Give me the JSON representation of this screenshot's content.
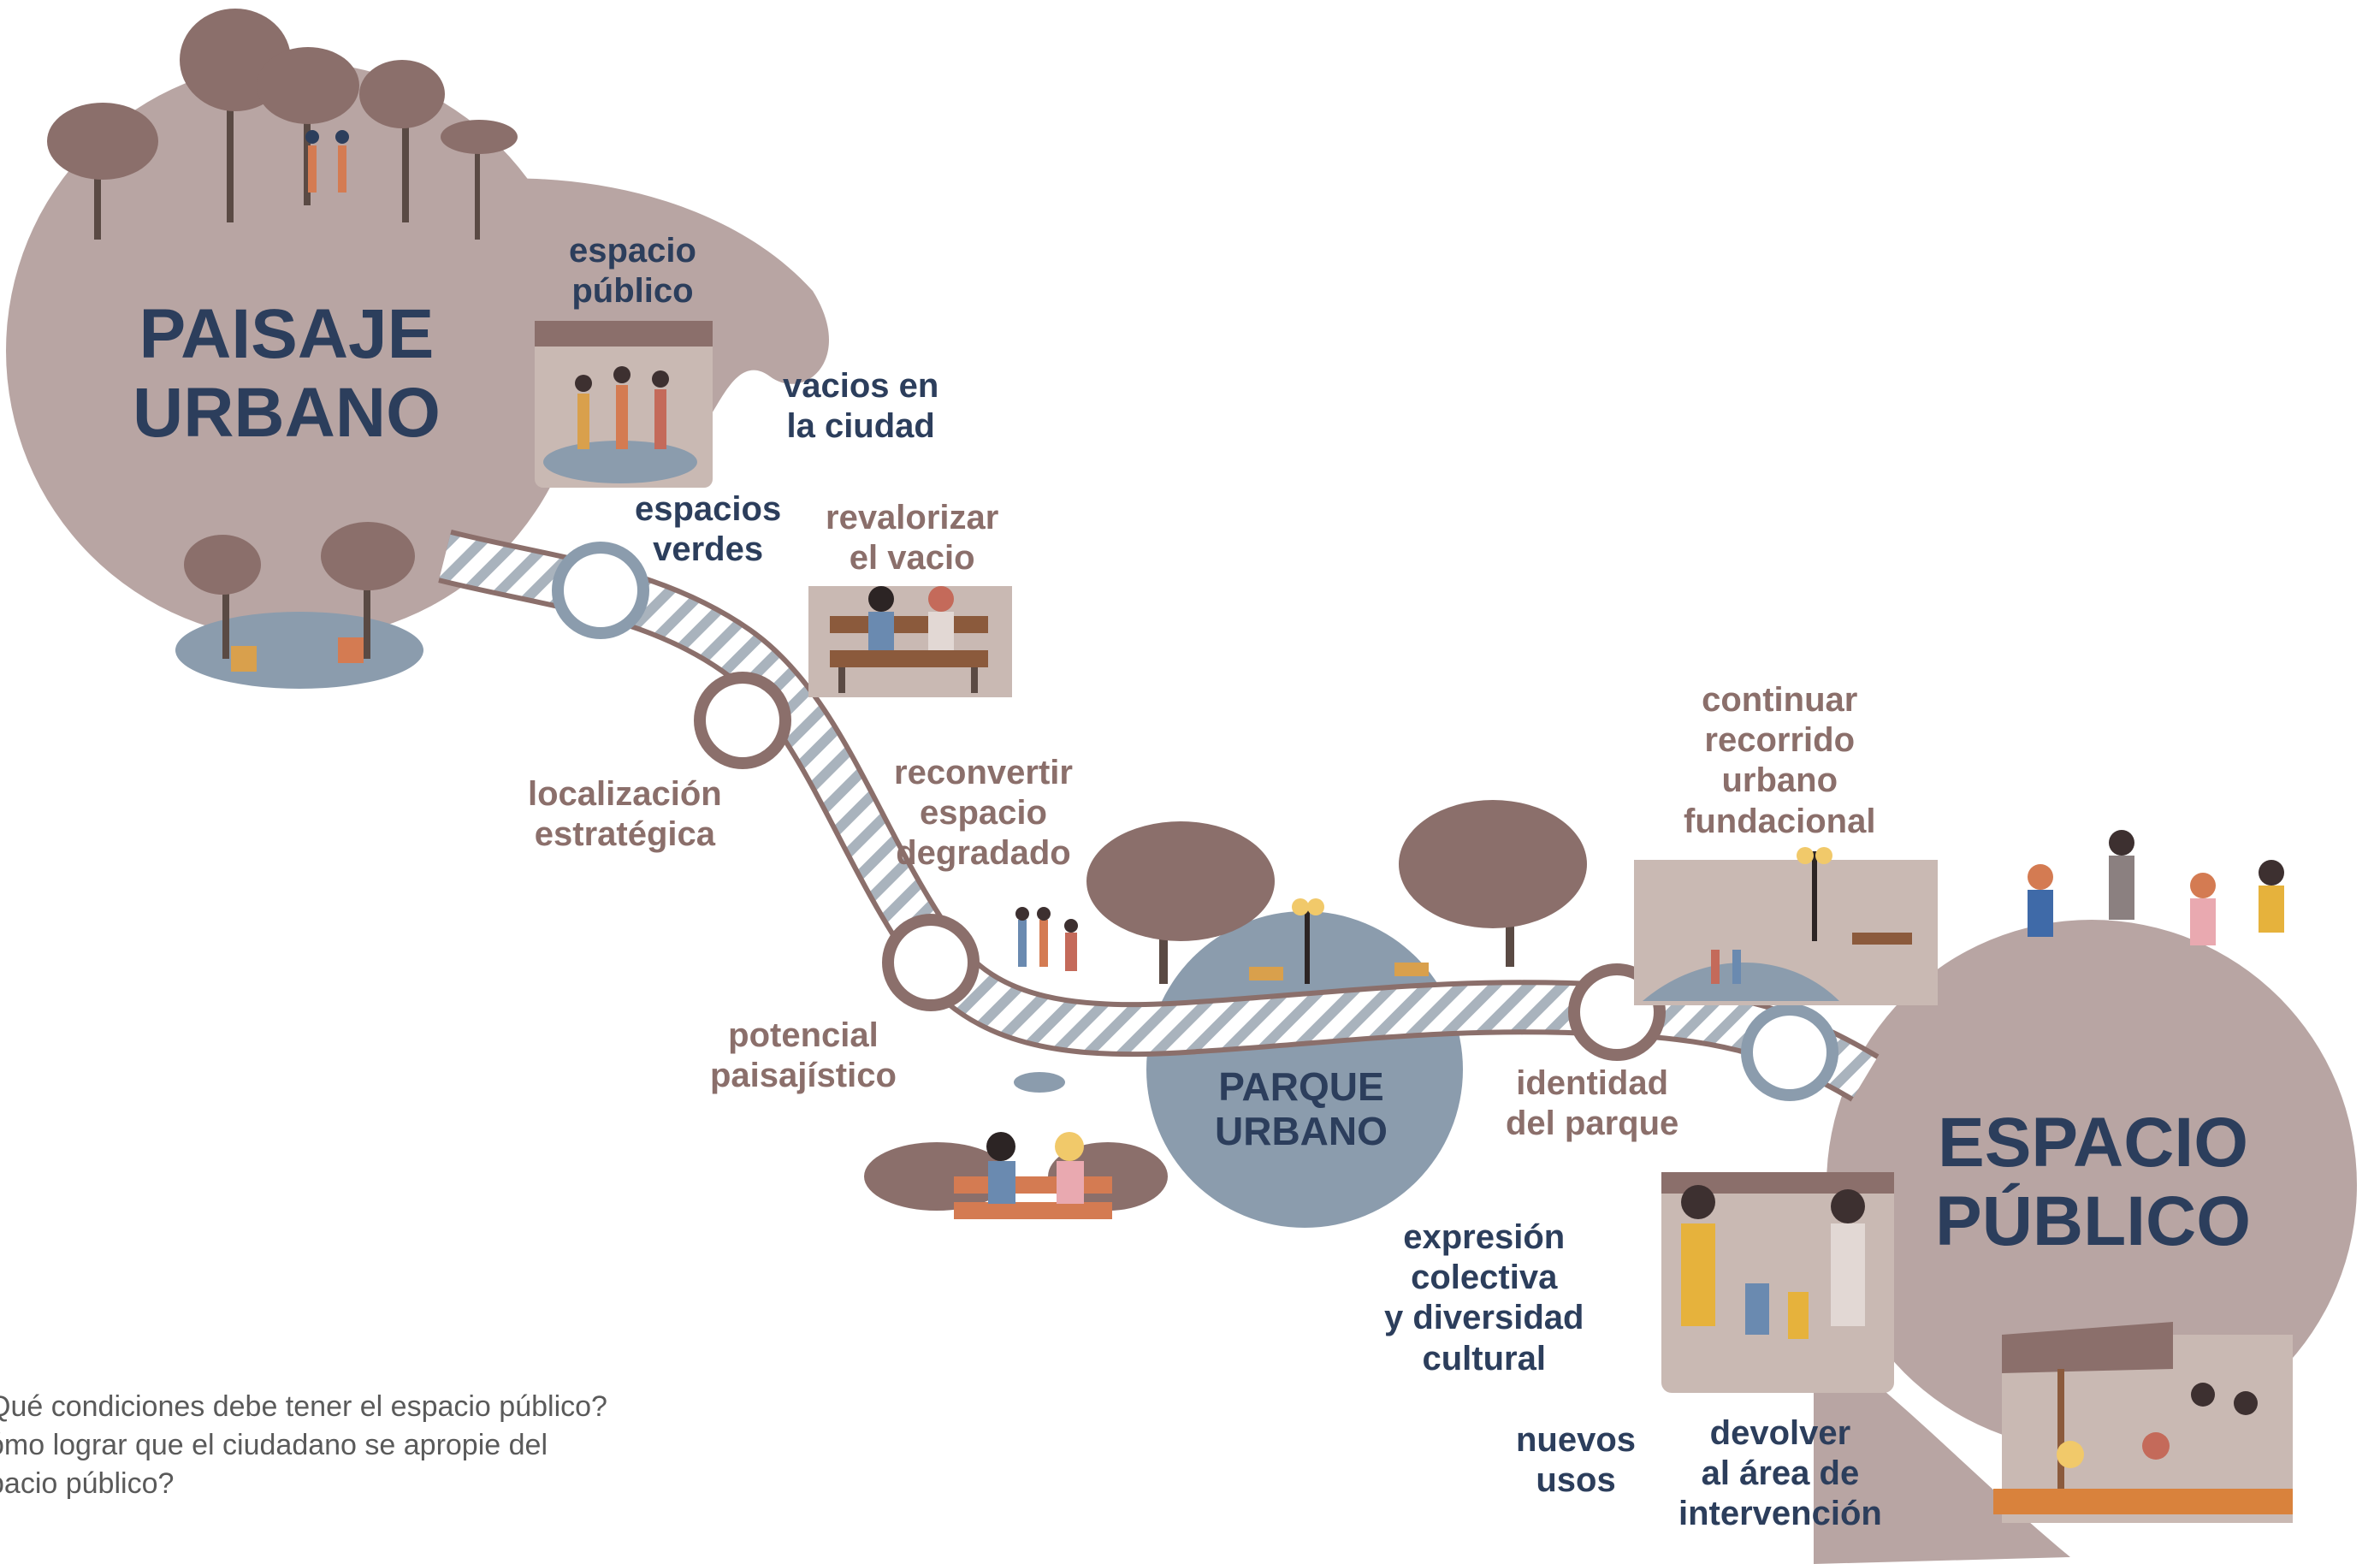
{
  "colors": {
    "mauve_blob": "#b8a5a3",
    "slate_circle": "#8b9cad",
    "navy_text": "#2c3e5c",
    "mauve_text": "#8b6f6b",
    "path_stroke": "#8b6f6b",
    "node_ring": "#8b6f6b",
    "node_ring_blue": "#8b9cad"
  },
  "regions": {
    "paisaje_urbano": {
      "line1": "PAISAJE",
      "line2": "URBANO"
    },
    "parque_urbano": {
      "line1": "PARQUE",
      "line2": "URBANO"
    },
    "espacio_publico": {
      "line1": "ESPACIO",
      "line2": "PÚBLICO"
    }
  },
  "labels": {
    "espacio_publico_small": {
      "line1": "espacio",
      "line2": "público"
    },
    "vacios_ciudad": {
      "line1": "vacios en",
      "line2": "la ciudad"
    },
    "espacios_verdes": {
      "line1": "espacios",
      "line2": "verdes"
    },
    "revalorizar": {
      "line1": "revalorizar",
      "line2": "el vacio"
    },
    "localizacion": {
      "line1": "localización",
      "line2": "estratégica"
    },
    "reconvertir": {
      "line1": "reconvertir",
      "line2": "espacio",
      "line3": "degradado"
    },
    "potencial": {
      "line1": "potencial",
      "line2": "paisajístico"
    },
    "identidad": {
      "line1": "identidad",
      "line2": "del parque"
    },
    "continuar": {
      "line1": "continuar",
      "line2": "recorrido",
      "line3": "urbano",
      "line4": "fundacional"
    },
    "expresion": {
      "line1": "expresión",
      "line2": "colectiva",
      "line3": "y diversidad",
      "line4": "cultural"
    },
    "nuevos_usos": {
      "line1": "nuevos",
      "line2": "usos"
    },
    "devolver": {
      "line1": "devolver",
      "line2": "al área de",
      "line3": "intervención"
    }
  },
  "questions": {
    "line1": "Qué condiciones debe tener el espacio público?",
    "line2": "ómo lograr que el ciudadano se apropie del",
    "line3": "pacio público?"
  },
  "illustrations": [
    "forest-icon",
    "hikers-icon",
    "picnic-icon",
    "bench-couple-icon",
    "joggers-icon",
    "park-trees-icon",
    "bench-readers-icon",
    "park-lamp-icon",
    "jumping-people-icon",
    "family-icon",
    "pergola-icon"
  ]
}
